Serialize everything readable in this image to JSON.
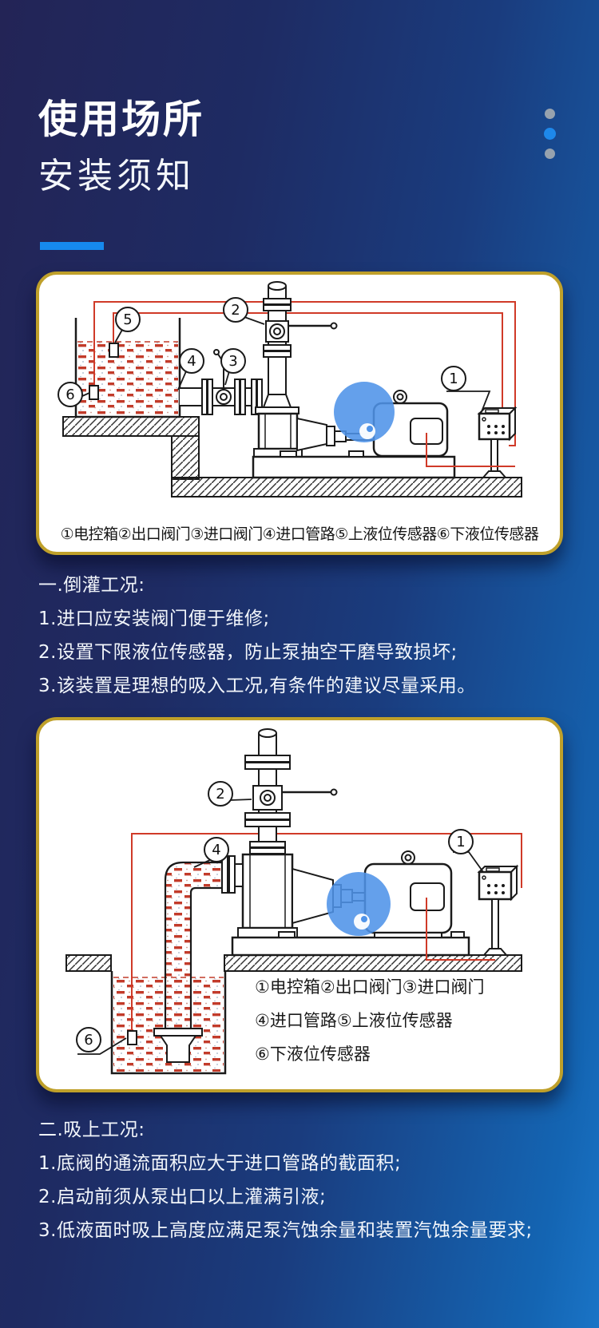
{
  "header": {
    "title_line1": "使用场所",
    "title_line2": "安装须知"
  },
  "panel1": {
    "caption": "①电控箱②出口阀门③进口阀门④进口管路⑤上液位传感器⑥下液位传感器",
    "callouts": {
      "c1": "1",
      "c2": "2",
      "c3": "3",
      "c4": "4",
      "c5": "5",
      "c6": "6"
    }
  },
  "section1": {
    "heading": "一.倒灌工况:",
    "item1": "1.进口应安装阀门便于维修;",
    "item2": "2.设置下限液位传感器，防止泵抽空干磨导致损坏;",
    "item3": "3.该装置是理想的吸入工况,有条件的建议尽量采用。"
  },
  "panel2": {
    "legend_line1": "①电控箱②出口阀门③进口阀门",
    "legend_line2": "④进口管路⑤上液位传感器",
    "legend_line3": "⑥下液位传感器",
    "callouts": {
      "c1": "1",
      "c2": "2",
      "c4": "4",
      "c6": "6"
    }
  },
  "section2": {
    "heading": "二.吸上工况:",
    "item1": "1.底阀的通流面积应大于进口管路的截面积;",
    "item2": "2.启动前须从泵出口以上灌满引液;",
    "item3": "3.低液面时吸上高度应满足泵汽蚀余量和装置汽蚀余量要求;"
  },
  "colors": {
    "background_left": "#232456",
    "background_right": "#1465b3",
    "accent_blue": "#1689ee",
    "panel_border_gold": "#bfa02a",
    "wire_red": "#d03a28",
    "liquid_red": "#c23b2a",
    "watermark_blue": "#4f93e8",
    "dot_gray": "#97a2ae",
    "dot_blue": "#1e88ea",
    "line_black": "#1a1a1a"
  }
}
